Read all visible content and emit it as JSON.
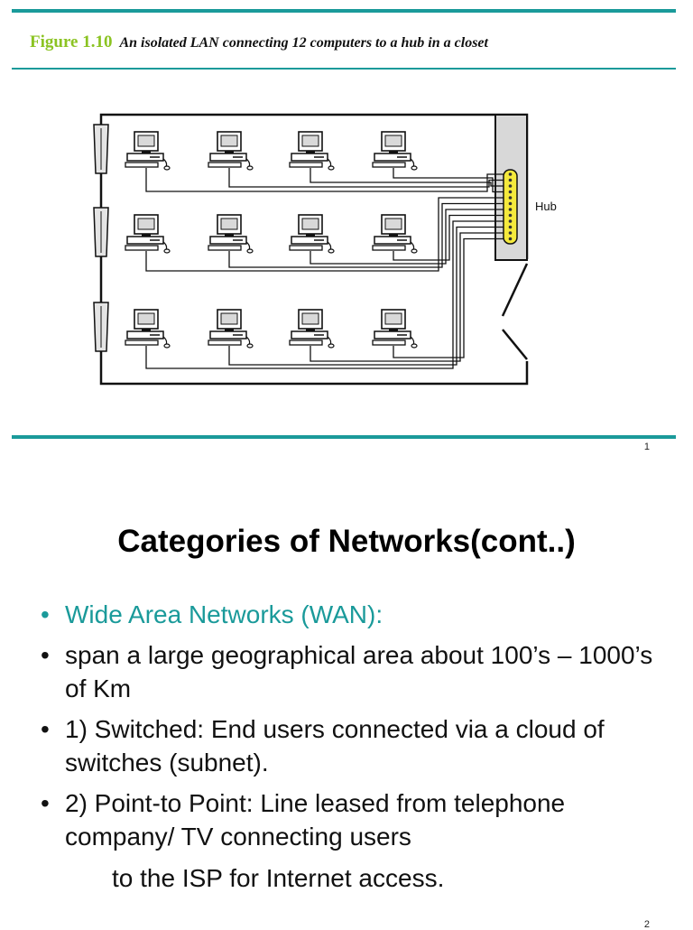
{
  "slide1": {
    "figure_number": "Figure 1.10",
    "figure_caption": "An isolated LAN connecting 12 computers to a hub in a closet",
    "hub_label": "Hub",
    "page_number": "1",
    "diagram": {
      "computers_count": 12,
      "rows": 3,
      "computers_per_row": 4,
      "wall_jacks": 3
    }
  },
  "slide2": {
    "title": "Categories of Networks(cont..)",
    "bullets": [
      "Wide Area Networks (WAN):",
      " span a large geographical area about 100’s – 1000’s of Km",
      "1) Switched: End users connected via a cloud of switches (subnet).",
      "2) Point-to Point: Line leased from telephone company/ TV connecting users"
    ],
    "continuation": "to the ISP for Internet access.",
    "bullet_symbol": "•",
    "page_number": "2"
  },
  "colors": {
    "accent_teal": "#1a9a9a",
    "figure_green": "#8bc322",
    "hub_port_yellow": "#f5ea3c",
    "closet_gray": "#d8d8d8"
  }
}
